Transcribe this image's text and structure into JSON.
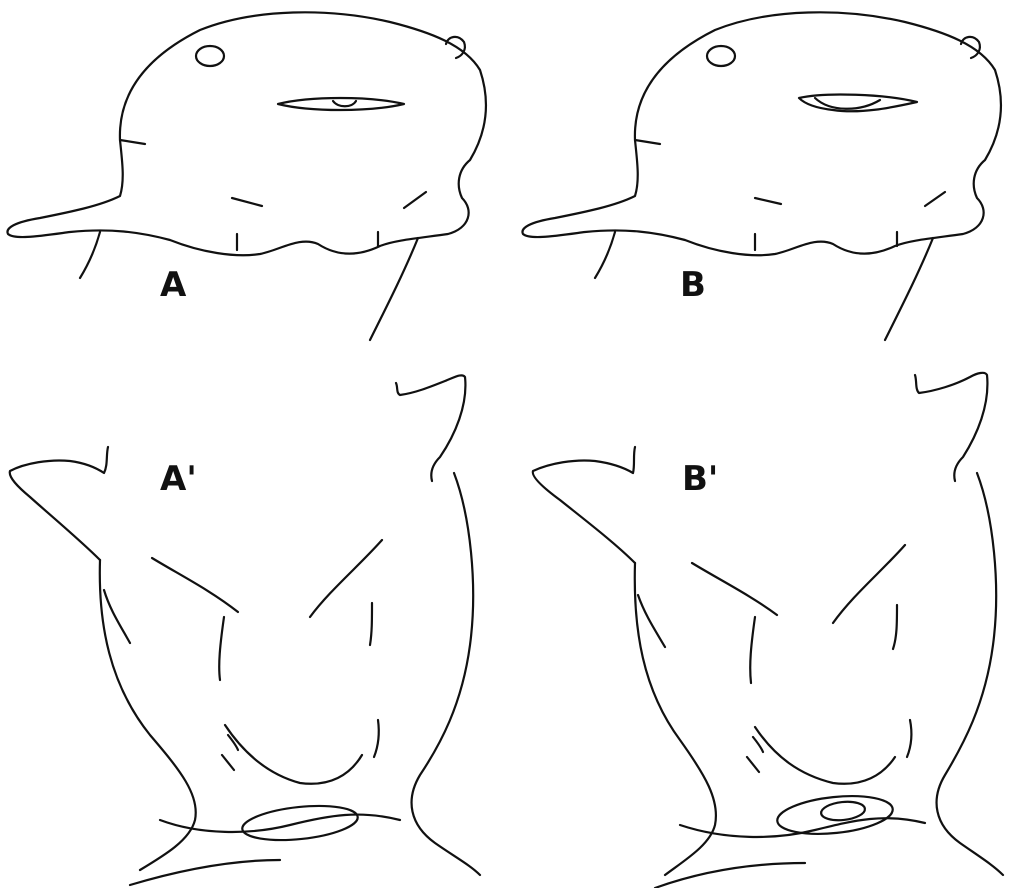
{
  "panels": [
    {
      "id": "A",
      "label": "A",
      "view": "external",
      "state": "closed"
    },
    {
      "id": "B",
      "label": "B",
      "view": "external",
      "state": "open"
    },
    {
      "id": "A'",
      "label": "A'",
      "view": "internal",
      "state": "closed"
    },
    {
      "id": "B'",
      "label": "B'",
      "view": "internal",
      "state": "open"
    }
  ],
  "colors": {
    "line": "#111111",
    "background": "#ffffff"
  }
}
